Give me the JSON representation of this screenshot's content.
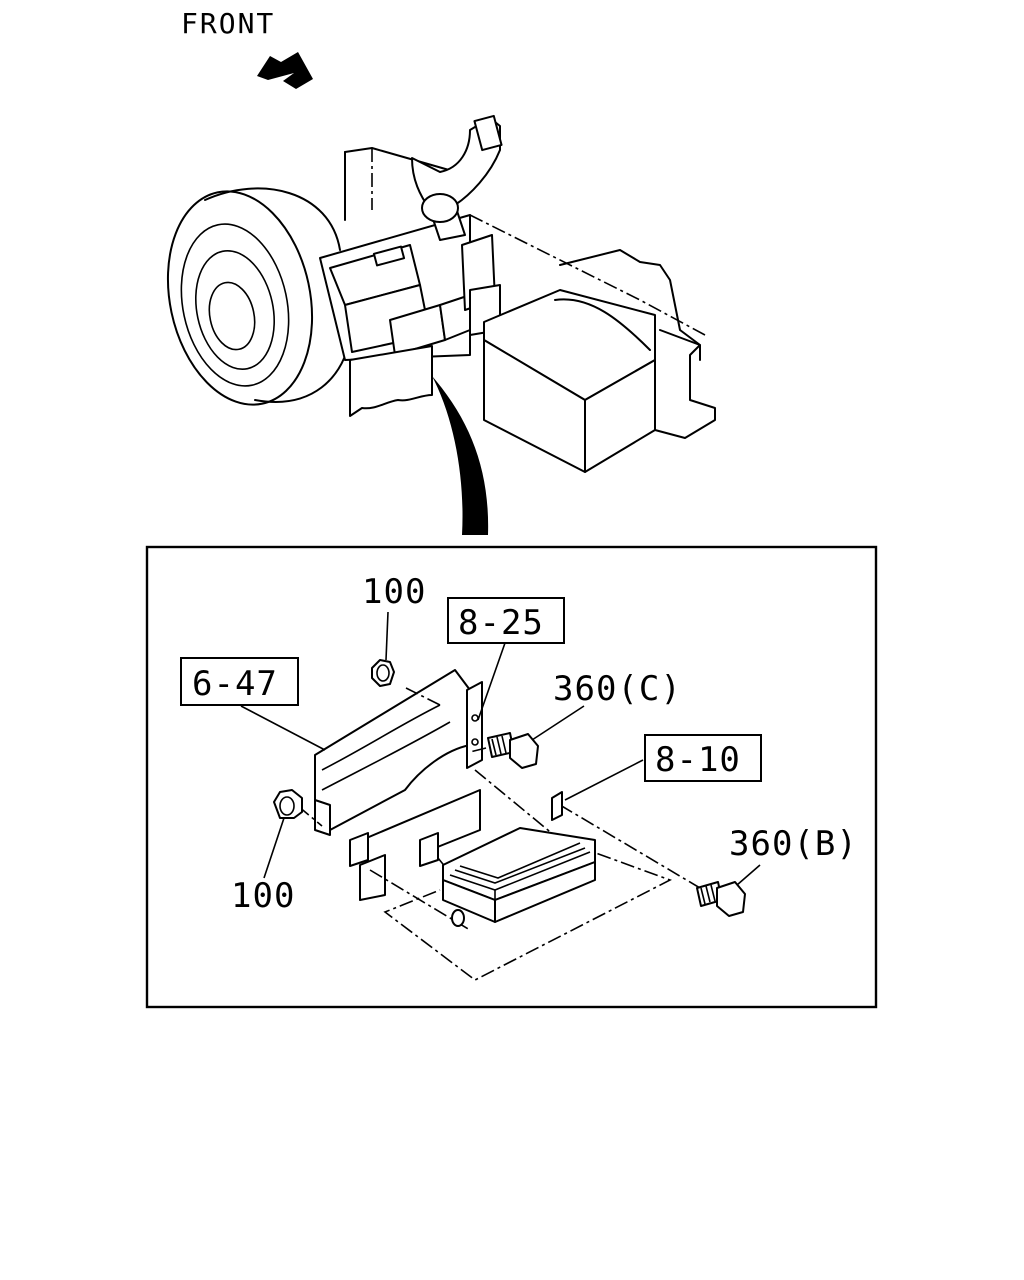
{
  "orientation": {
    "label": "FRONT"
  },
  "callouts": {
    "nut_upper": "100",
    "nut_lower": "100",
    "ref_bracket": "6-47",
    "ref_plate": "8-25",
    "ref_fusebox": "8-10",
    "bolt_c": "360(C)",
    "bolt_b": "360(B)"
  }
}
